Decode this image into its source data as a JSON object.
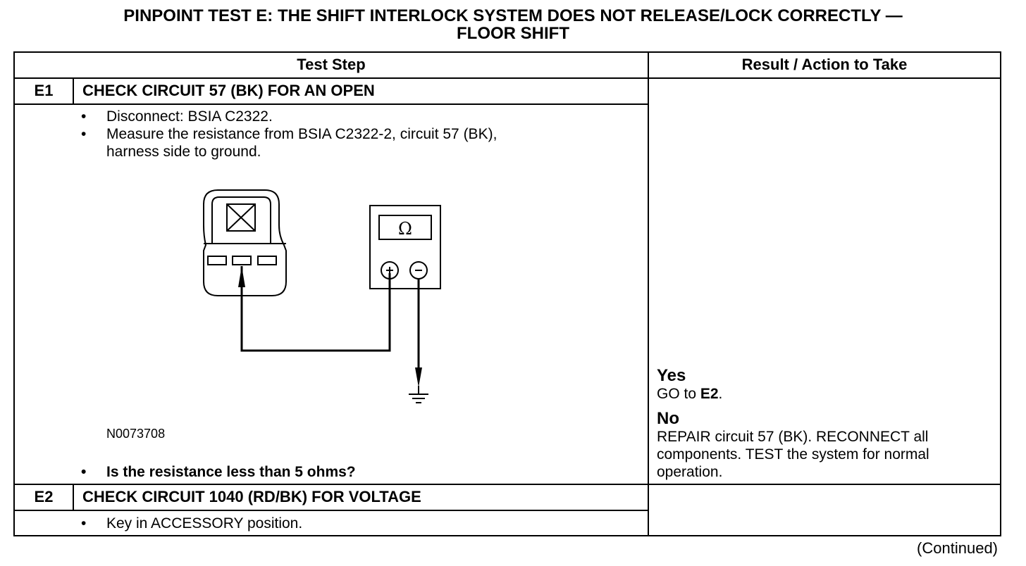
{
  "title": {
    "line1": "PINPOINT TEST  E: THE SHIFT INTERLOCK SYSTEM DOES NOT RELEASE/LOCK CORRECTLY —",
    "line2": "FLOOR SHIFT"
  },
  "table": {
    "header_test_step": "Test Step",
    "header_result": "Result / Action to Take"
  },
  "steps": [
    {
      "id": "E1",
      "title": "CHECK CIRCUIT 57 (BK) FOR AN OPEN",
      "bullets": [
        "Disconnect: BSIA C2322.",
        "Measure the resistance from BSIA C2322-2, circuit 57 (BK),",
        "harness side to ground."
      ],
      "figure_id": "N0073708",
      "question": "Is the resistance less than 5 ohms?",
      "results": {
        "yes_label": "Yes",
        "yes_text_pre": "GO to ",
        "yes_text_bold": "E2",
        "yes_text_post": ".",
        "no_label": "No",
        "no_line1": "REPAIR circuit 57 (BK). RECONNECT all",
        "no_line2": "components. TEST the system for normal",
        "no_line3": "operation."
      }
    },
    {
      "id": "E2",
      "title": "CHECK CIRCUIT 1040 (RD/BK) FOR VOLTAGE",
      "bullets": [
        "Key in ACCESSORY position."
      ]
    }
  ],
  "figure": {
    "meter_symbol": "Ω",
    "plus_symbol": "+",
    "minus_symbol": "−",
    "icons": [
      "connector-icon",
      "ohmmeter-icon",
      "ground-symbol-icon"
    ]
  },
  "bullet_glyph": "•",
  "footer": {
    "continued": "(Continued)"
  }
}
